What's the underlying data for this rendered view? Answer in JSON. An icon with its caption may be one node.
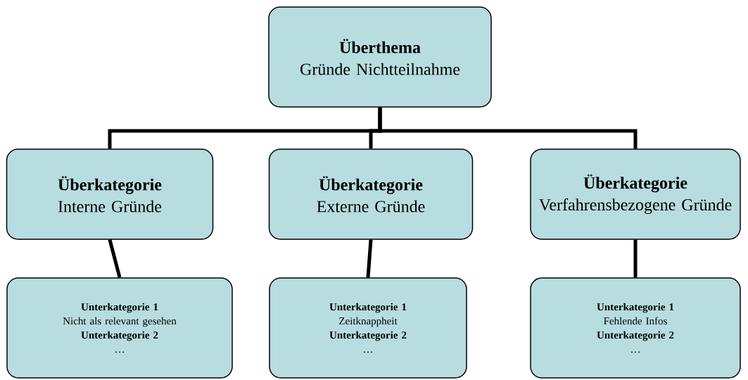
{
  "diagram": {
    "nodes": [
      {
        "text": [
          "Überthema",
          "Gründe Nichtteilnahme"
        ]
      },
      {
        "text": [
          "Überkategorie",
          "Interne Gründe"
        ]
      },
      {
        "text": [
          "Überkategorie",
          "Externe Gründe"
        ]
      },
      {
        "text": [
          "Überkategorie",
          "Verfahrensbezogene Gründe"
        ]
      },
      {
        "text": [
          "Unterkategorie 1",
          "Nicht als relevant gesehen",
          "Unterkategorie 2",
          "…"
        ]
      },
      {
        "text": [
          "Unterkategorie 1",
          "Zeitknappheit",
          "Unterkategorie 2",
          "…"
        ]
      },
      {
        "text": [
          "Unterkategorie 1",
          "Fehlende Infos",
          "Unterkategorie 2",
          "…"
        ]
      }
    ],
    "edges": [
      {
        "from": 0,
        "to": 1,
        "arrow": "none"
      },
      {
        "from": 0,
        "to": 2,
        "arrow": "none"
      },
      {
        "from": 0,
        "to": 3,
        "arrow": "none"
      },
      {
        "from": 1,
        "to": 4,
        "arrow": "none"
      },
      {
        "from": 2,
        "to": 5,
        "arrow": "none"
      },
      {
        "from": 3,
        "to": 6,
        "arrow": "none"
      }
    ]
  }
}
